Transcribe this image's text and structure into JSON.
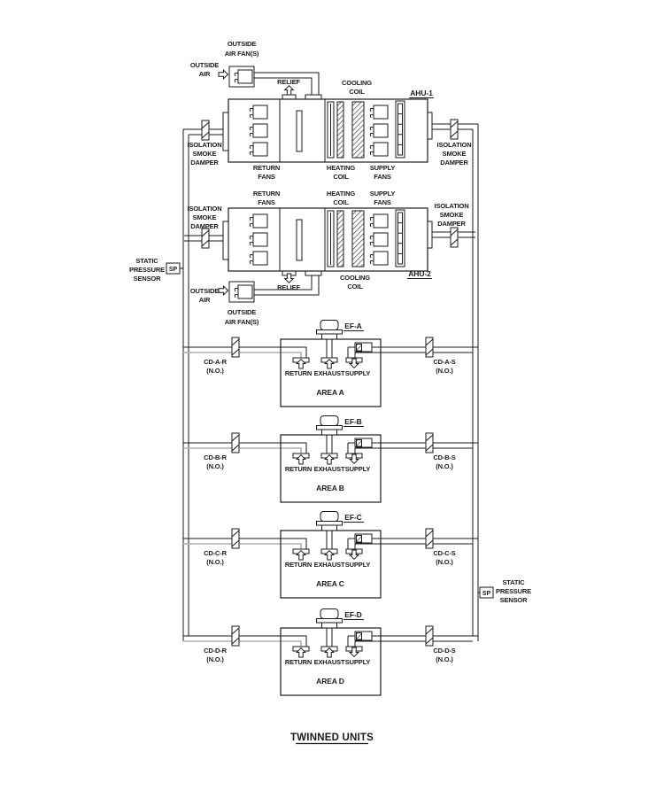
{
  "title": "TWINNED UNITS",
  "colors": {
    "line": "#1a1a1a",
    "gray_duct": "#b0b0b0",
    "background": "#ffffff"
  },
  "ahu1": {
    "name": "AHU-1",
    "oa_fan_l1": "OUTSIDE",
    "oa_fan_l2": "AIR FAN(S)",
    "oa_l1": "OUTSIDE",
    "oa_l2": "AIR",
    "relief": "RELIEF",
    "cooling_l1": "COOLING",
    "cooling_l2": "COIL",
    "heating_l1": "HEATING",
    "heating_l2": "COIL",
    "return_fans_l1": "RETURN",
    "return_fans_l2": "FANS",
    "supply_fans_l1": "SUPPLY",
    "supply_fans_l2": "FANS",
    "iso_left_l1": "ISOLATION",
    "iso_left_l2": "SMOKE",
    "iso_left_l3": "DAMPER",
    "iso_right_l1": "ISOLATION",
    "iso_right_l2": "SMOKE",
    "iso_right_l3": "DAMPER"
  },
  "ahu2": {
    "name": "AHU-2",
    "oa_fan_l1": "OUTSIDE",
    "oa_fan_l2": "AIR FAN(S)",
    "oa_l1": "OUTSIDE",
    "oa_l2": "AIR",
    "relief": "RELIEF",
    "cooling_l1": "COOLING",
    "cooling_l2": "COIL",
    "heating_l1": "HEATING",
    "heating_l2": "COIL",
    "return_fans_l1": "RETURN",
    "return_fans_l2": "FANS",
    "supply_fans_l1": "SUPPLY",
    "supply_fans_l2": "FANS",
    "iso_left_l1": "ISOLATION",
    "iso_left_l2": "SMOKE",
    "iso_left_l3": "DAMPER",
    "iso_right_l1": "ISOLATION",
    "iso_right_l2": "SMOKE",
    "iso_right_l3": "DAMPER"
  },
  "sp_left": {
    "tag": "SP",
    "l1": "STATIC",
    "l2": "PRESSURE",
    "l3": "SENSOR"
  },
  "sp_right": {
    "tag": "SP",
    "l1": "STATIC",
    "l2": "PRESSURE",
    "l3": "SENSOR"
  },
  "areas": [
    {
      "name": "AREA A",
      "fan": "EF-A",
      "cd_return": "CD-A-R",
      "cd_return_state": "(N.O.)",
      "cd_supply": "CD-A-S",
      "cd_supply_state": "(N.O.)",
      "return_label": "RETURN",
      "exhaust_label": "EXHAUST",
      "supply_label": "SUPPLY"
    },
    {
      "name": "AREA B",
      "fan": "EF-B",
      "cd_return": "CD-B-R",
      "cd_return_state": "(N.O.)",
      "cd_supply": "CD-B-S",
      "cd_supply_state": "(N.O.)",
      "return_label": "RETURN",
      "exhaust_label": "EXHAUST",
      "supply_label": "SUPPLY"
    },
    {
      "name": "AREA C",
      "fan": "EF-C",
      "cd_return": "CD-C-R",
      "cd_return_state": "(N.O.)",
      "cd_supply": "CD-C-S",
      "cd_supply_state": "(N.O.)",
      "return_label": "RETURN",
      "exhaust_label": "EXHAUST",
      "supply_label": "SUPPLY"
    },
    {
      "name": "AREA D",
      "fan": "EF-D",
      "cd_return": "CD-D-R",
      "cd_return_state": "(N.O.)",
      "cd_supply": "CD-D-S",
      "cd_supply_state": "(N.O.)",
      "return_label": "RETURN",
      "exhaust_label": "EXHAUST",
      "supply_label": "SUPPLY"
    }
  ]
}
